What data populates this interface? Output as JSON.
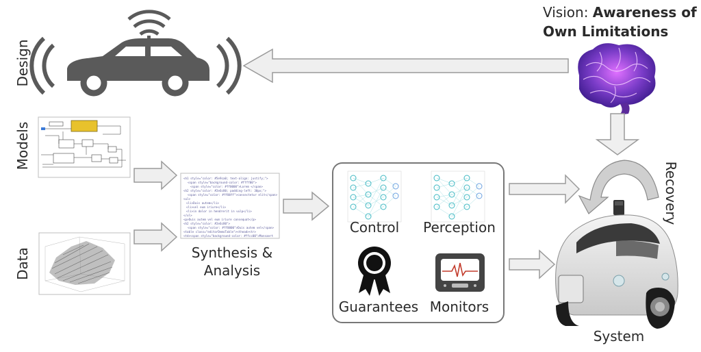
{
  "side_labels": {
    "design": "Design",
    "models": "Models",
    "data": "Data",
    "recovery": "Recovery"
  },
  "vision": {
    "prefix": "Vision: ",
    "bold_line1": "Awareness of",
    "bold_line2": "Own Limitations"
  },
  "synthesis": {
    "line1": "Synthesis &",
    "line2": "Analysis"
  },
  "components": {
    "control": "Control",
    "perception": "Perception",
    "guarantees": "Guarantees",
    "monitors": "Monitors"
  },
  "system_label": "System",
  "icons": [
    "connected-car-icon",
    "brain-icon",
    "neural-network-icon",
    "award-ribbon-icon",
    "monitor-icon",
    "self-driving-car-image"
  ],
  "colors": {
    "arrow_fill": "#efefef",
    "arrow_stroke": "#9a9a9a",
    "car_icon": "#5a5a5a",
    "brain": "#7a3cc8"
  }
}
